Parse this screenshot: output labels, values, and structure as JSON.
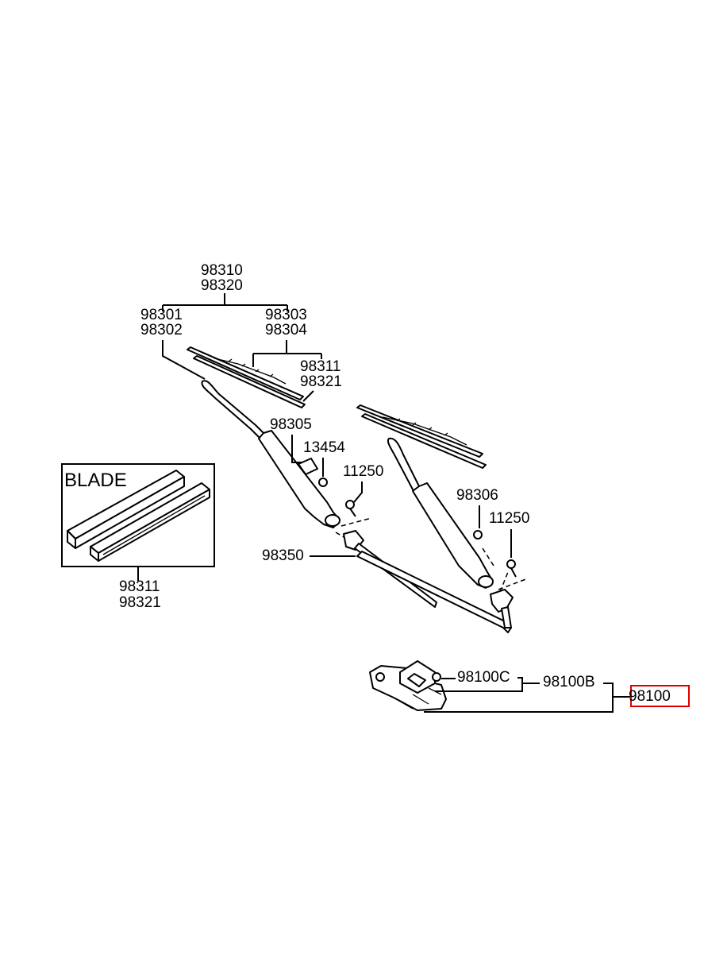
{
  "labels": {
    "arm_assembly": [
      "98310",
      "98320"
    ],
    "driver_arm": [
      "98301",
      "98302"
    ],
    "passenger_arm": [
      "98303",
      "98304"
    ],
    "blade_driver": [
      "98311",
      "98321"
    ],
    "arm_cap": "98305",
    "nut_driver": "13454",
    "bolt_driver": "11250",
    "arm_cap_passenger": "98306",
    "bolt_passenger": "11250",
    "linkage": "98350",
    "motor_crank": "98100C",
    "motor_sub": "98100B",
    "motor_assembly": "98100",
    "blade_inset": [
      "98311",
      "98321"
    ]
  },
  "inset": {
    "title": "BLADE"
  },
  "highlight": {
    "part": "98100",
    "color": "#e00000"
  }
}
